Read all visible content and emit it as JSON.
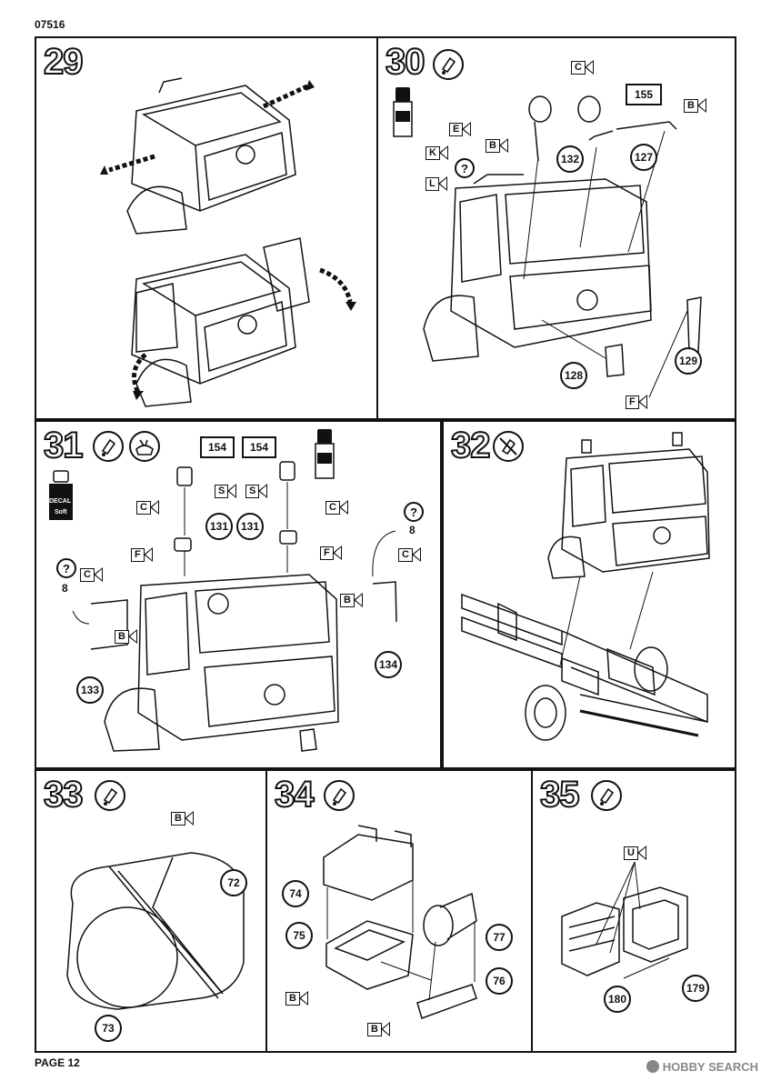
{
  "header": {
    "code": "07516"
  },
  "footer": {
    "page": "PAGE 12"
  },
  "steps": {
    "s29": {
      "num": "29"
    },
    "s30": {
      "num": "30",
      "flags": {
        "c": "C",
        "e": "E",
        "b1": "B",
        "b2": "B",
        "k": "K",
        "l": "L",
        "f": "F"
      },
      "parts": {
        "p155": "155",
        "p132": "132",
        "p127": "127",
        "p128": "128",
        "p129": "129"
      },
      "q": "?"
    },
    "s31": {
      "num": "31",
      "decal": "DECAL",
      "decal_sub": "Soft",
      "flags": {
        "s1": "S",
        "s2": "S",
        "c1": "C",
        "c2": "C",
        "c3": "C",
        "c4": "C",
        "f1": "F",
        "f2": "F",
        "b1": "B",
        "b2": "B"
      },
      "parts": {
        "p154a": "154",
        "p154b": "154",
        "p131a": "131",
        "p131b": "131",
        "p133": "133",
        "p134": "134"
      },
      "q1": "?",
      "q1num": "8",
      "q2": "?",
      "q2num": "8"
    },
    "s32": {
      "num": "32"
    },
    "s33": {
      "num": "33",
      "flags": {
        "b": "B"
      },
      "parts": {
        "p72": "72",
        "p73": "73"
      }
    },
    "s34": {
      "num": "34",
      "flags": {
        "b1": "B",
        "b2": "B"
      },
      "parts": {
        "p74": "74",
        "p75": "75",
        "p77": "77",
        "p76": "76"
      }
    },
    "s35": {
      "num": "35",
      "flags": {
        "u": "U"
      },
      "parts": {
        "p180": "180",
        "p179": "179"
      }
    }
  },
  "watermark": {
    "text": "HOBBY SEARCH"
  }
}
